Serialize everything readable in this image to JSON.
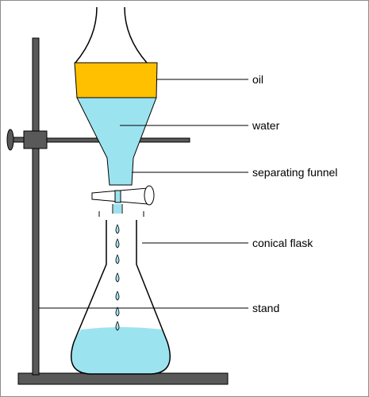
{
  "labels": {
    "oil": "oil",
    "water": "water",
    "separating_funnel": "separating funnel",
    "conical_flask": "conical flask",
    "stand": "stand"
  },
  "colors": {
    "oil": "#FFC000",
    "water": "#9CE3F0",
    "stand": "#595959",
    "outline": "#000000",
    "background": "#FFFFFF",
    "frame": "#8C8C8C"
  }
}
